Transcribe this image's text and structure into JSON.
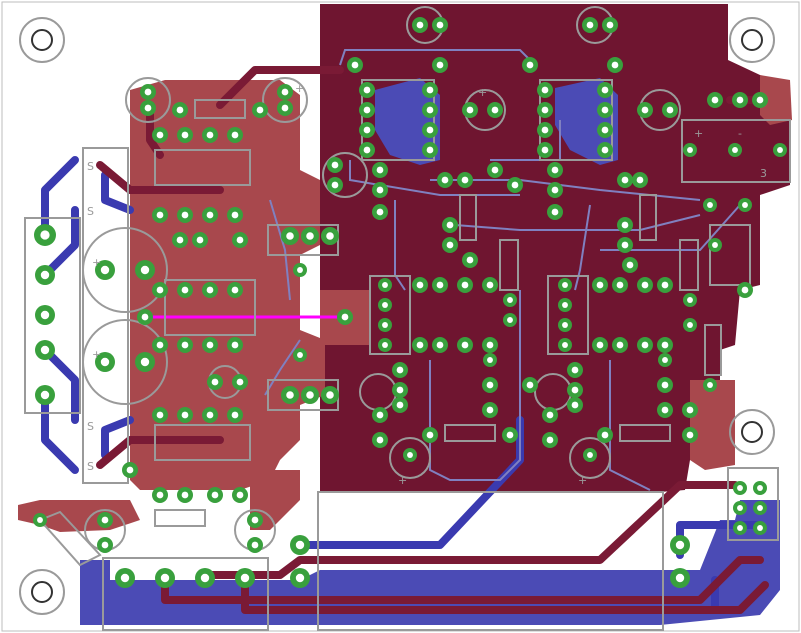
{
  "view": {
    "title": ""
  },
  "colors": {
    "background": "#ffffff",
    "copper_top_fill": "#6f1530",
    "copper_bottom_fill": "#a8484d",
    "trace_top": "#7a1a35",
    "trace_bottom": "#3a3ab0",
    "bottom_fill_blue": "#4b4bb5",
    "silkscreen": "#9a9a9a",
    "pad": "#39a03d",
    "pad_hole": "#ffffff",
    "via_drill": "#f0f0f0",
    "airwire": "#ff00ff"
  },
  "silk_labels": {
    "plus_left_top": "+",
    "plus_left_bottom": "+",
    "plus_right_top": "+",
    "cap_plus_a": "+",
    "cap_plus_b": "+",
    "cap_plus_c": "+",
    "s_marks": [
      "S",
      "S",
      "S",
      "S"
    ],
    "pin_labels": [
      "+",
      "-",
      "3"
    ]
  },
  "components": [
    "mounting-hole-top-left",
    "mounting-hole-top-right",
    "mounting-hole-bottom-left",
    "mounting-hole-right-mid",
    "power-connector-left",
    "big-capacitor-upper",
    "big-capacitor-lower",
    "output-connector-bottom",
    "header-right-bottom",
    "trimmer-right-top"
  ]
}
